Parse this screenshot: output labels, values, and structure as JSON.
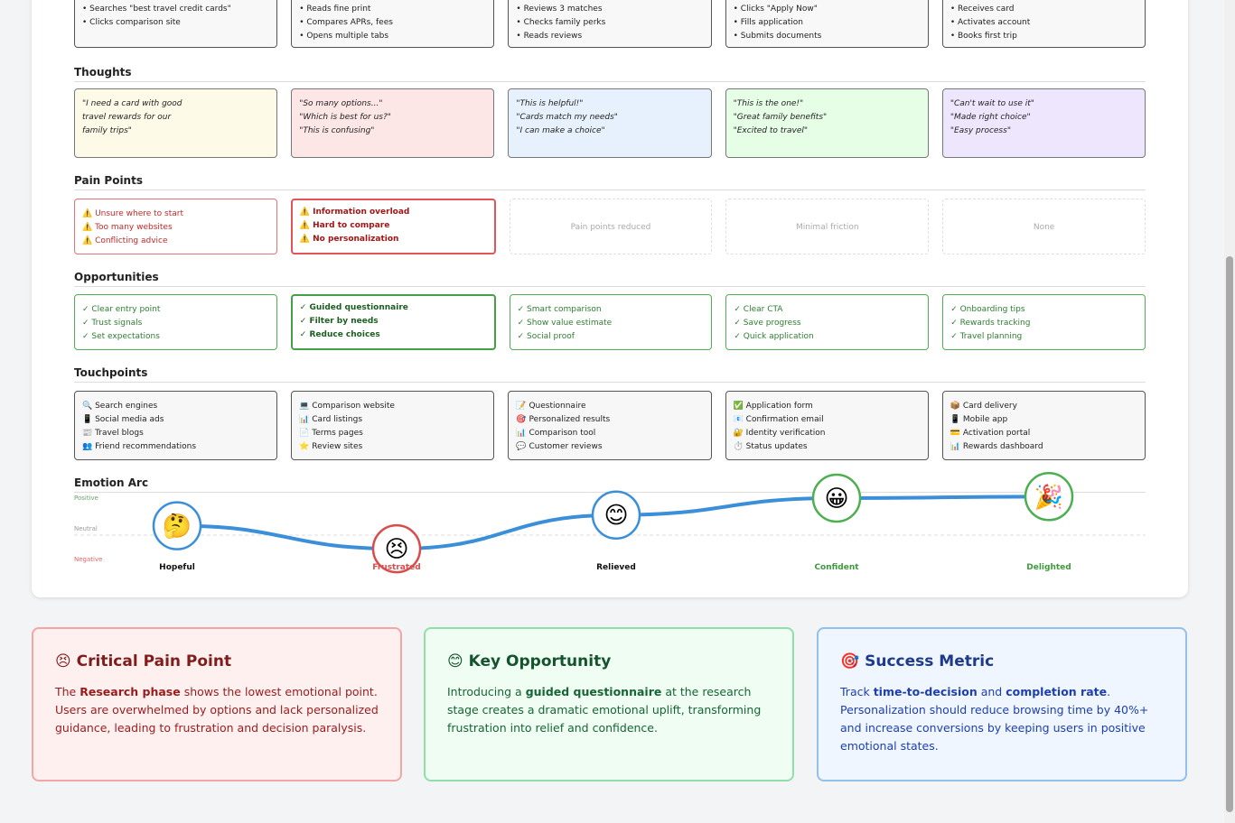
{
  "actions": [
    [
      "• Searches \"best travel credit cards\"",
      "• Clicks comparison site"
    ],
    [
      "• Reads fine print",
      "• Compares APRs, fees",
      "• Opens multiple tabs"
    ],
    [
      "• Reviews 3 matches",
      "• Checks family perks",
      "• Reads reviews"
    ],
    [
      "• Clicks \"Apply Now\"",
      "• Fills application",
      "• Submits documents"
    ],
    [
      "• Receives card",
      "• Activates account",
      "• Books first trip"
    ]
  ],
  "thoughts": {
    "title": "Thoughts",
    "colors": [
      "#fefae8",
      "#fde6e6",
      "#e6f1fd",
      "#e6fde6",
      "#ede6fd"
    ],
    "items": [
      [
        "\"I need a card with good",
        "travel rewards for our",
        "family trips\""
      ],
      [
        "\"So many options...\"",
        "\"Which is best for us?\"",
        "\"This is confusing\""
      ],
      [
        "\"This is helpful!\"",
        "\"Cards match my needs\"",
        "\"I can make a choice\""
      ],
      [
        "\"This is the one!\"",
        "\"Great family benefits\"",
        "\"Excited to travel\""
      ],
      [
        "\"Can't wait to use it\"",
        "\"Made right choice\"",
        "\"Easy process\""
      ]
    ]
  },
  "pain_points": {
    "title": "Pain Points",
    "items": [
      [
        "⚠️ Unsure where to start",
        "⚠️ Too many websites",
        "⚠️ Conflicting advice"
      ],
      [
        "⚠️ Information overload",
        "⚠️ Hard to compare",
        "⚠️ No personalization"
      ],
      [
        "Pain points reduced"
      ],
      [
        "Minimal friction"
      ],
      [
        "None"
      ]
    ]
  },
  "opportunities": {
    "title": "Opportunities",
    "items": [
      [
        "✓ Clear entry point",
        "✓ Trust signals",
        "✓ Set expectations"
      ],
      [
        "✓ Guided questionnaire",
        "✓ Filter by needs",
        "✓ Reduce choices"
      ],
      [
        "✓ Smart comparison",
        "✓ Show value estimate",
        "✓ Social proof"
      ],
      [
        "✓ Clear CTA",
        "✓ Save progress",
        "✓ Quick application"
      ],
      [
        "✓ Onboarding tips",
        "✓ Rewards tracking",
        "✓ Travel planning"
      ]
    ]
  },
  "touchpoints": {
    "title": "Touchpoints",
    "items": [
      [
        "🔍 Search engines",
        "📱 Social media ads",
        "📰 Travel blogs",
        "👥 Friend recommendations"
      ],
      [
        "💻 Comparison website",
        "📊 Card listings",
        "📄 Terms pages",
        "⭐ Review sites"
      ],
      [
        "📝 Questionnaire",
        "🎯 Personalized results",
        "📊 Comparison tool",
        "💬 Customer reviews"
      ],
      [
        "✅ Application form",
        "📧 Confirmation email",
        "🔐 Identity verification",
        "⏱️ Status updates"
      ],
      [
        "📦 Card delivery",
        "📱 Mobile app",
        "💳 Activation portal",
        "📊 Rewards dashboard"
      ]
    ]
  },
  "emotion_arc": {
    "title": "Emotion Arc",
    "levels": {
      "positive": "Positive",
      "neutral": "Neutral",
      "negative": "Negative"
    },
    "chart_data": {
      "type": "line",
      "ylim": [
        -1,
        1
      ],
      "points": [
        {
          "label": "Hopeful",
          "emoji": "🤔",
          "value": 0.1,
          "color": "#3b8fd9",
          "label_color": "#111"
        },
        {
          "label": "Frustrated",
          "emoji": "😣",
          "value": -0.65,
          "color": "#d94c4c",
          "label_color": "#d94c4c"
        },
        {
          "label": "Relieved",
          "emoji": "😊",
          "value": 0.45,
          "color": "#3b8fd9",
          "label_color": "#111"
        },
        {
          "label": "Confident",
          "emoji": "😀",
          "value": 1.0,
          "color": "#4caf50",
          "label_color": "#3d9a3d"
        },
        {
          "label": "Delighted",
          "emoji": "🎉",
          "value": 1.05,
          "color": "#4caf50",
          "label_color": "#3d9a3d"
        }
      ],
      "line_color": "#3b8fd9"
    }
  },
  "insights": [
    {
      "icon": "😣",
      "title": "Critical Pain Point",
      "pre": "The ",
      "bold": "Research phase",
      "post": " shows the lowest emotional point. Users are overwhelmed by options and lack personalized guidance, leading to frustration and decision paralysis.",
      "bg": "#fff0f0",
      "border": "#f2a6a6",
      "title_color": "#7f1d1d",
      "text_color": "#991b1b"
    },
    {
      "icon": "😊",
      "title": "Key Opportunity",
      "pre": "Introducing a ",
      "bold": "guided questionnaire",
      "post": " at the research stage creates a dramatic emotional uplift, transforming frustration into relief and confidence.",
      "bg": "#effdf3",
      "border": "#8fe0a8",
      "title_color": "#14532d",
      "text_color": "#166534"
    },
    {
      "icon": "🎯",
      "title": "Success Metric",
      "pre": "Track ",
      "bold": "time-to-decision",
      "mid": " and ",
      "bold2": "completion rate",
      "post": ". Personalization should reduce browsing time by 40%+ and increase conversions by keeping users in positive emotional states.",
      "bg": "#eff6ff",
      "border": "#93c0ea",
      "title_color": "#1e3a8a",
      "text_color": "#1e40af"
    }
  ]
}
